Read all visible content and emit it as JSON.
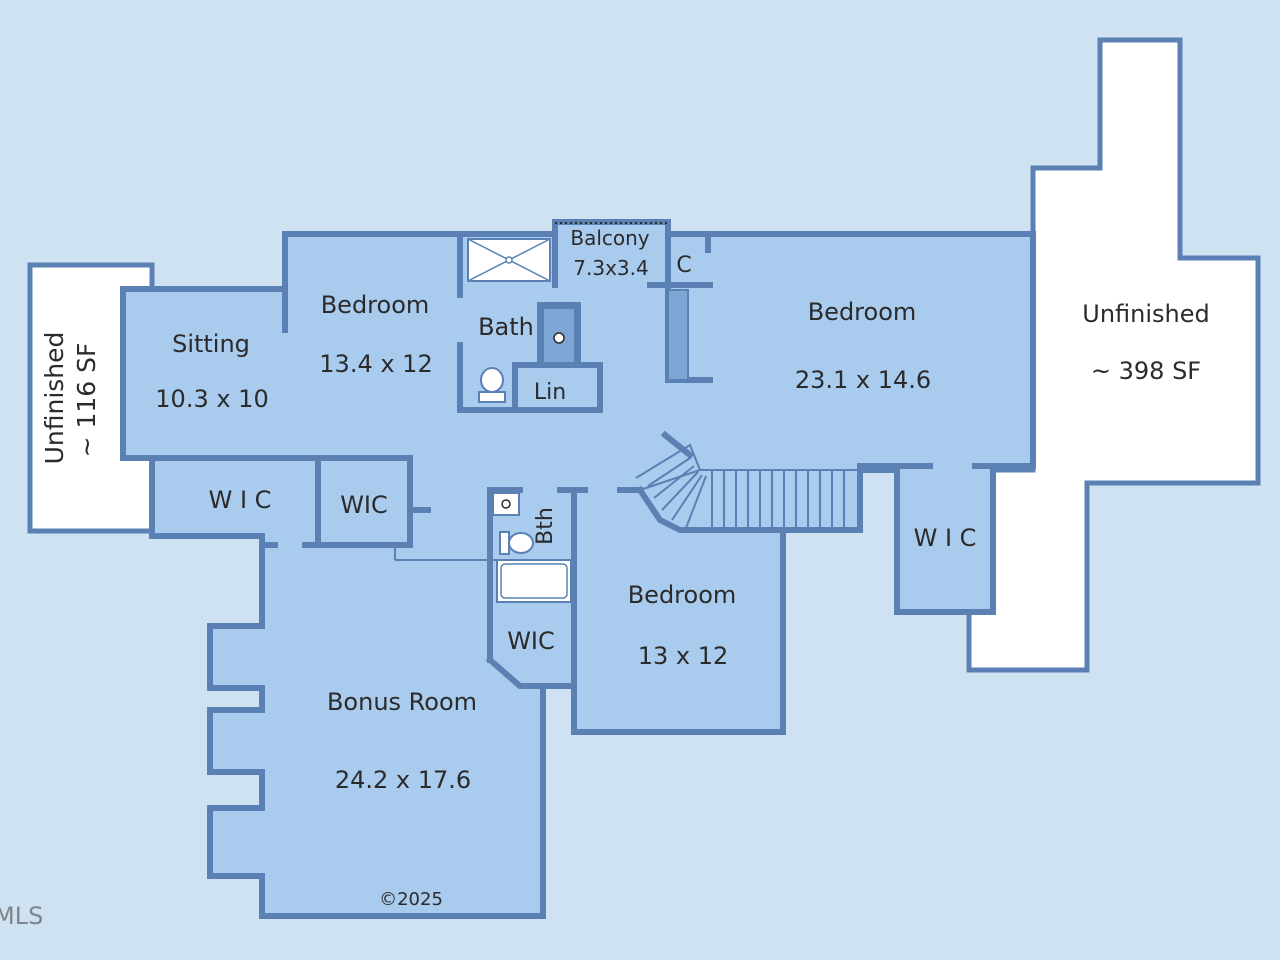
{
  "colors": {
    "background": "#cfe2f2",
    "finished_floor": "#a9cbee",
    "wall": "#5a80b4",
    "unfinished": "#ffffff",
    "text": "#2b2b2b"
  },
  "rooms": {
    "unfinished_left": {
      "name": "Unfinished",
      "size": "~ 116 SF"
    },
    "sitting": {
      "name": "Sitting",
      "size": "10.3 x 10"
    },
    "bedroom_nw": {
      "name": "Bedroom",
      "size": "13.4 x 12"
    },
    "bath_upper": {
      "name": "Bath"
    },
    "linen": {
      "name": "Lin"
    },
    "balcony": {
      "name": "Balcony",
      "size": "7.3x3.4"
    },
    "closet_c": {
      "name": "C"
    },
    "bedroom_ne": {
      "name": "Bedroom",
      "size": "23.1 x 14.6"
    },
    "unfinished_right": {
      "name": "Unfinished",
      "size": "~ 398 SF"
    },
    "wic_left": {
      "name": "W I C"
    },
    "wic_center": {
      "name": "WIC"
    },
    "bath_lower": {
      "name": "Bth"
    },
    "wic_right": {
      "name": "W I C"
    },
    "wic_small": {
      "name": "WIC"
    },
    "bedroom_s": {
      "name": "Bedroom",
      "size": "13 x 12"
    },
    "bonus_room": {
      "name": "Bonus Room",
      "size": "24.2 x 17.6"
    }
  },
  "copyright": "©2025",
  "watermark": "MLS"
}
